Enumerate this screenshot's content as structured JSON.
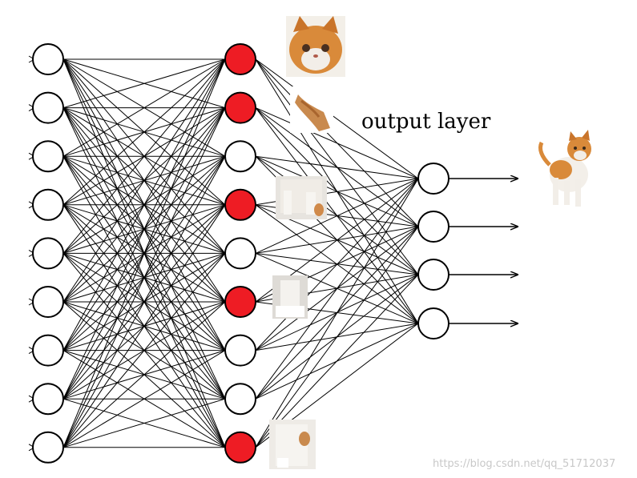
{
  "diagram": {
    "output_label": "output layer",
    "watermark": "https://blog.csdn.net/qq_51712037",
    "colors": {
      "active_node": "#ee1c24",
      "inactive_node": "#ffffff",
      "stroke": "#000000",
      "fur_orange": "#d98a3a",
      "fur_white": "#f2eee8"
    },
    "input_layer": {
      "count": 9
    },
    "hidden_layer": {
      "count": 9,
      "active": [
        true,
        true,
        false,
        true,
        false,
        true,
        false,
        false,
        true
      ]
    },
    "output_layer": {
      "count": 4
    },
    "patches": [
      "cat-face",
      "cat-tail",
      "cat-body",
      "cat-leg",
      "cat-paw"
    ],
    "result_image": "whole-cat"
  }
}
